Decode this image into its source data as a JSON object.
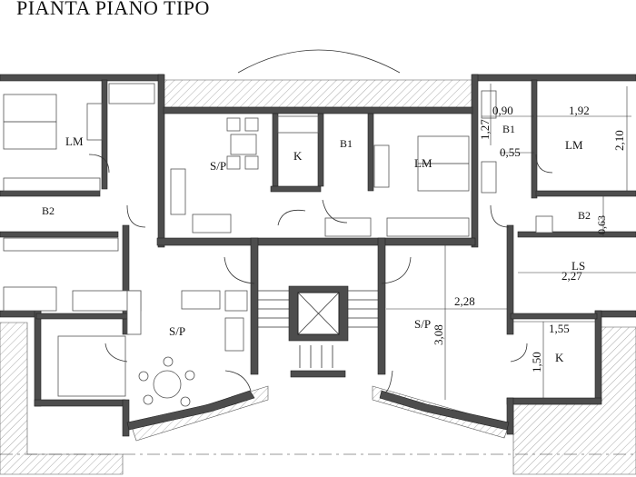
{
  "title": "PIANTA PIANO TIPO",
  "rooms": {
    "lm_left": "LM",
    "b2_left": "B2",
    "sp_upper": "S/P",
    "k_upper": "K",
    "b1_center": "B1",
    "lm_center": "LM",
    "sp_lower": "S/P",
    "b1_right": "B1",
    "lm_right": "LM",
    "b2_right": "B2",
    "ls_right": "LS",
    "sp_right": "S/P",
    "k_right": "K"
  },
  "dimensions": {
    "d_090": "0,90",
    "d_192": "1,92",
    "d_210": "2,10",
    "d_127": "1,27",
    "d_055": "0,55",
    "d_063": "0,63",
    "d_227": "2,27",
    "d_228": "2,28",
    "d_308": "3,08",
    "d_155": "1,55",
    "d_150": "1,50"
  }
}
